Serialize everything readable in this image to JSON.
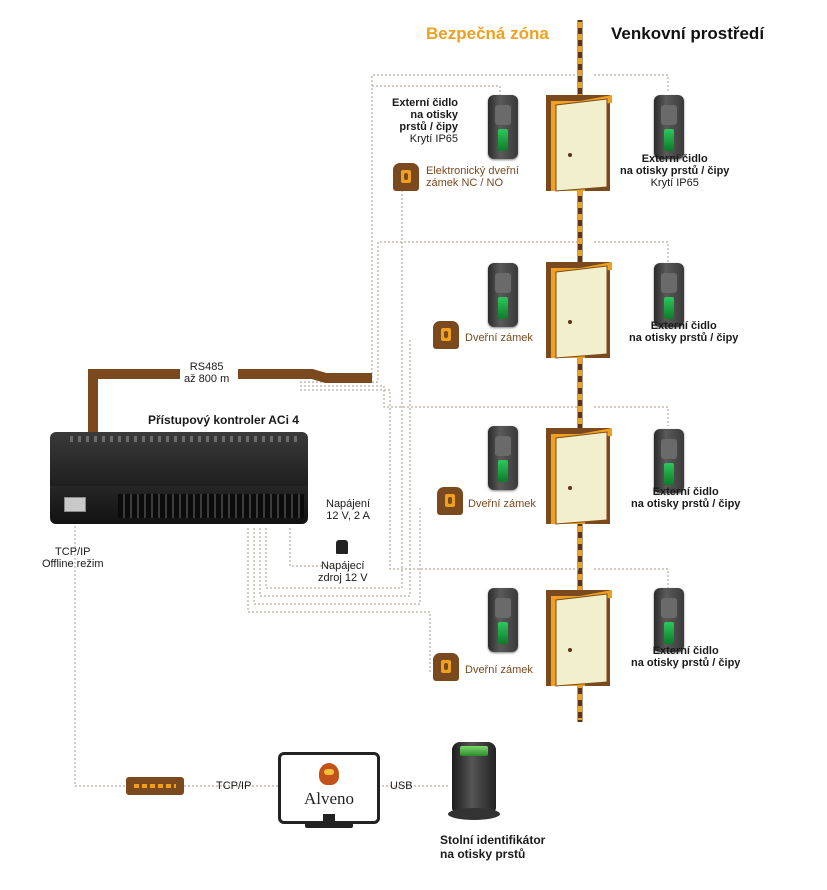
{
  "zones": {
    "secure": "Bezpečná zóna",
    "outside": "Venkovní prostředí"
  },
  "colors": {
    "accent_orange": "#f0a020",
    "cable_brown": "#7a4a1e",
    "door_leaf": "#f2efcd"
  },
  "doors": [
    {
      "inner_reader": [
        "Externí čidlo",
        "na otisky",
        "prstů / čipy",
        "Krytí IP65"
      ],
      "lock": [
        "Elektronický dveřní",
        "zámek NC / NO"
      ],
      "outer_reader": [
        "Externí čidlo",
        "na otisky prstů / čipy",
        "Krytí IP65"
      ]
    },
    {
      "lock": [
        "Dveřní zámek"
      ],
      "outer_reader": [
        "Externí čidlo",
        "na otisky prstů / čipy"
      ]
    },
    {
      "lock": [
        "Dveřní zámek"
      ],
      "outer_reader": [
        "Externí čidlo",
        "na otisky prstů / čipy"
      ]
    },
    {
      "lock": [
        "Dveřní zámek"
      ],
      "outer_reader": [
        "Externí čidlo",
        "na otisky prstů / čipy"
      ]
    }
  ],
  "controller": {
    "title": "Přístupový kontroler ACi 4",
    "bus": [
      "RS485",
      "až 800 m"
    ],
    "power": [
      "Napájení",
      "12 V, 2 A"
    ],
    "psu": [
      "Napájecí",
      "zdroj 12 V"
    ],
    "network": [
      "TCP/IP",
      "Offline režim"
    ]
  },
  "pc": {
    "tcpip": "TCP/IP",
    "usb": "USB",
    "logo": "Alveno"
  },
  "desk_reader": [
    "Stolní identifikátor",
    "na otisky prstů"
  ],
  "icons": [
    "fingerprint-reader-icon",
    "door-lock-icon",
    "controller-icon",
    "power-adapter-icon",
    "network-switch-icon",
    "monitor-icon",
    "desk-reader-icon"
  ]
}
